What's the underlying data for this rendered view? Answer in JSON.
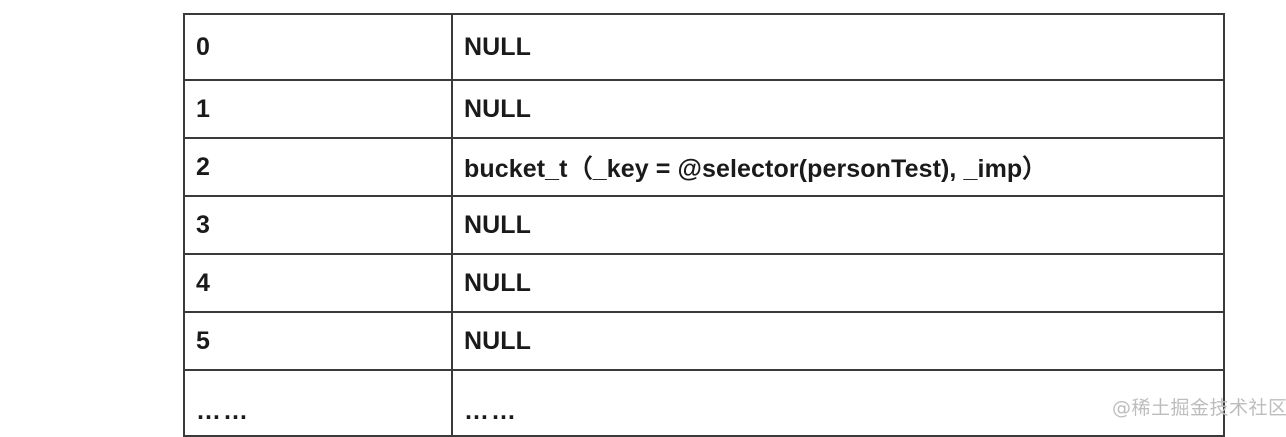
{
  "figure": {
    "kind": "hash-bucket-table",
    "background_color": "#ffffff",
    "border_color": "#3a3a3a",
    "text_color": "#1a1a1a"
  },
  "table": {
    "columns": [
      {
        "key": "index",
        "header": ""
      },
      {
        "key": "value",
        "header": ""
      }
    ],
    "rows": [
      {
        "index": "0",
        "value": "NULL"
      },
      {
        "index": "1",
        "value": "NULL"
      },
      {
        "index": "2",
        "value": "bucket_t（_key = @selector(personTest), _imp）"
      },
      {
        "index": "3",
        "value": "NULL"
      },
      {
        "index": "4",
        "value": "NULL"
      },
      {
        "index": "5",
        "value": "NULL"
      },
      {
        "index": "……",
        "value": "……"
      }
    ]
  },
  "watermark": {
    "text": "@稀土掘金技术社区",
    "color": "#bdbdbd"
  }
}
